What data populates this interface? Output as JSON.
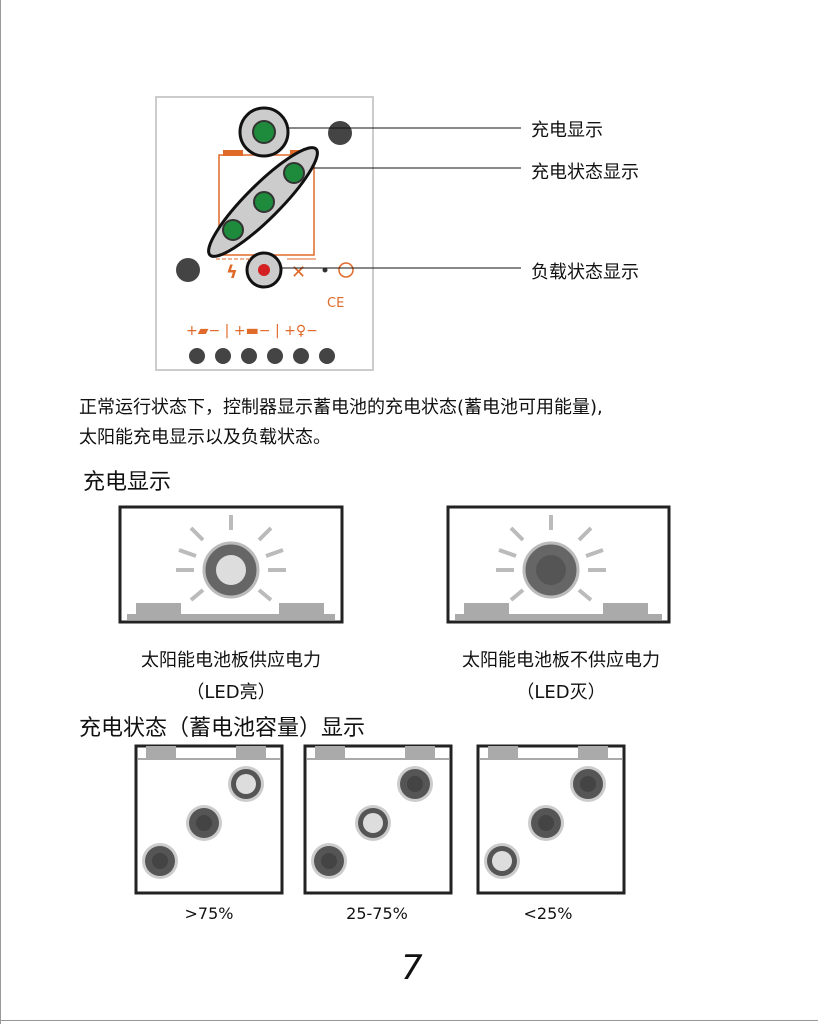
{
  "diagram": {
    "labels": [
      "充电显示",
      "充电状态显示",
      "负载状态显示"
    ],
    "ce_mark": "CE"
  },
  "intro": {
    "line1": "正常运行状态下，控制器显示蓄电池的充电状态(蓄电池可用能量),",
    "line2": "太阳能充电显示以及负载状态。"
  },
  "charge_display": {
    "heading": "充电显示",
    "states": [
      {
        "caption": "太阳能电池板供应电力",
        "sub": "（LED亮）",
        "led_on": true
      },
      {
        "caption": "太阳能电池板不供应电力",
        "sub": "（LED灭）",
        "led_on": false
      }
    ]
  },
  "battery_state": {
    "heading": "充电状态（蓄电池容量）显示",
    "levels": [
      {
        "label": ">75%",
        "lit_led": 3
      },
      {
        "label": "25-75%",
        "lit_led": 2
      },
      {
        "label": "<25%",
        "lit_led": 1
      }
    ]
  },
  "page_number": "7",
  "colors": {
    "led_green": "#1e8a3c",
    "led_red": "#d42020",
    "accent_orange": "#e06a2a"
  }
}
